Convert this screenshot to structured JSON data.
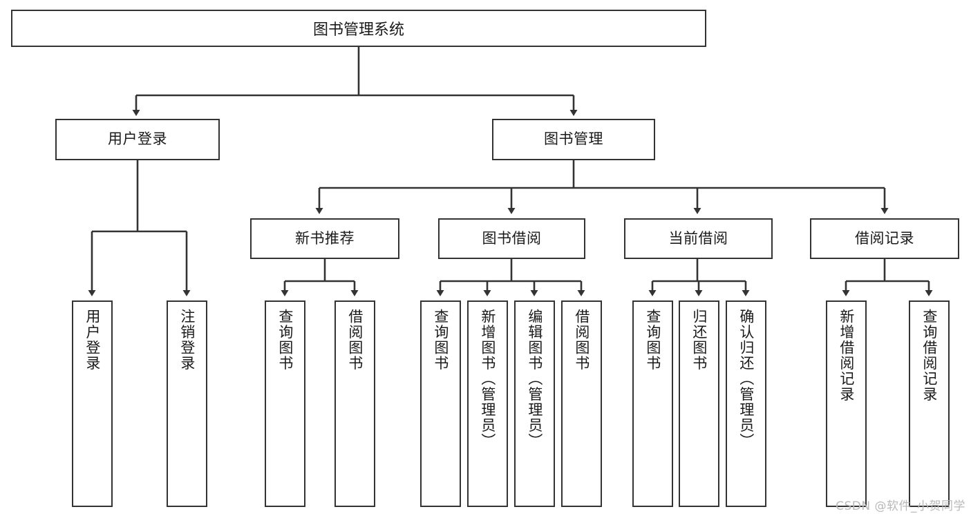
{
  "diagram": {
    "title": "图书管理系统",
    "type": "tree-hierarchy",
    "watermark": "CSDN @软件_小贺同学",
    "colors": {
      "box_border": "#333333",
      "box_fill": "#ffffff",
      "connector": "#333333",
      "text": "#1a1a1a",
      "watermark": "#b9b9b9",
      "background": "#ffffff"
    }
  },
  "nodes": {
    "root": {
      "label": "图书管理系统"
    },
    "level2": [
      {
        "id": "user-login",
        "label": "用户登录"
      },
      {
        "id": "book-management",
        "label": "图书管理"
      }
    ],
    "level3": [
      {
        "id": "new-book-recommend",
        "label": "新书推荐"
      },
      {
        "id": "book-borrow",
        "label": "图书借阅"
      },
      {
        "id": "current-borrow",
        "label": "当前借阅"
      },
      {
        "id": "borrow-record",
        "label": "借阅记录"
      }
    ],
    "leaves": {
      "user_login": [
        {
          "id": "leaf-user-login",
          "label": "用户登录"
        },
        {
          "id": "leaf-logout-login",
          "label": "注销登录"
        }
      ],
      "new_book_recommend": [
        {
          "id": "leaf-query-book-1",
          "label": "查询图书"
        },
        {
          "id": "leaf-borrow-book-1",
          "label": "借阅图书"
        }
      ],
      "book_borrow": [
        {
          "id": "leaf-query-book-2",
          "label": "查询图书"
        },
        {
          "id": "leaf-add-book",
          "label": "新增图书（管理员）"
        },
        {
          "id": "leaf-edit-book",
          "label": "编辑图书（管理员）"
        },
        {
          "id": "leaf-borrow-book-2",
          "label": "借阅图书"
        }
      ],
      "current_borrow": [
        {
          "id": "leaf-query-book-3",
          "label": "查询图书"
        },
        {
          "id": "leaf-return-book",
          "label": "归还图书"
        },
        {
          "id": "leaf-confirm-return",
          "label": "确认归还（管理员）"
        }
      ],
      "borrow_record": [
        {
          "id": "leaf-add-borrow-record",
          "label": "新增借阅记录"
        },
        {
          "id": "leaf-query-borrow-record",
          "label": "查询借阅记录"
        }
      ]
    }
  }
}
